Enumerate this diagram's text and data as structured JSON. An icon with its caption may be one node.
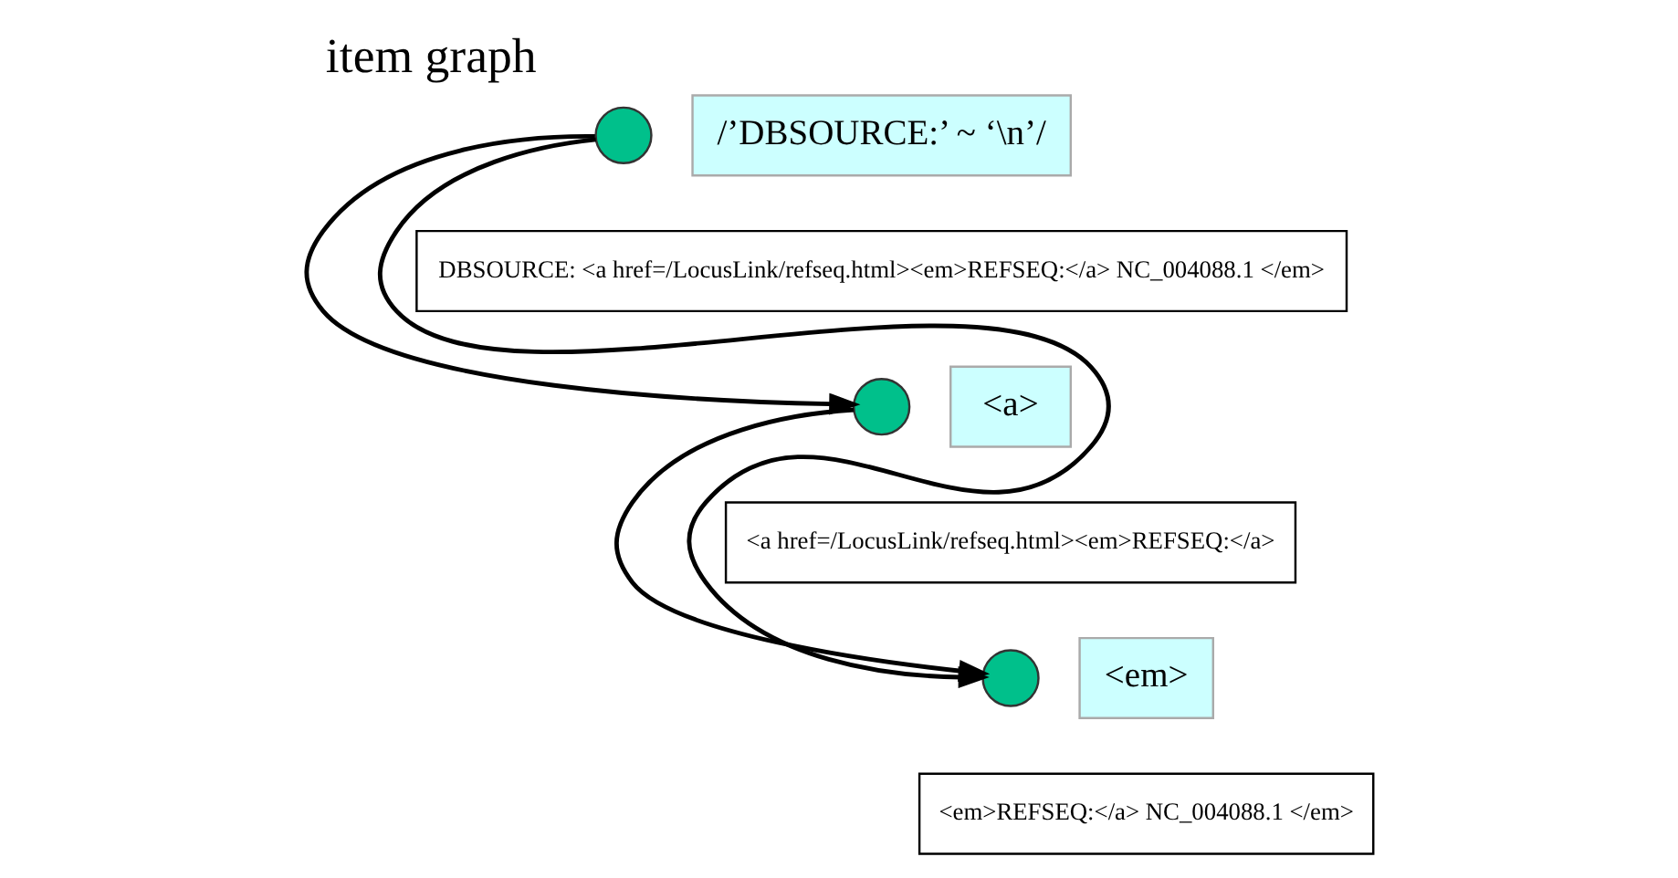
{
  "diagram": {
    "title": "item graph",
    "nodes": [
      {
        "text": [],
        "shape": "circle"
      },
      {
        "text": [
          "/’DBSOURCE:’ ~ ‘\\n’/"
        ]
      },
      {
        "text": [
          "DBSOURCE: <a href=/LocusLink/refseq.html><em>REFSEQ:</a> NC_004088.1 </em>"
        ]
      },
      {
        "text": [],
        "shape": "circle"
      },
      {
        "text": [
          "<a>"
        ]
      },
      {
        "text": [
          "<a href=/LocusLink/refseq.html><em>REFSEQ:</a>"
        ]
      },
      {
        "text": [],
        "shape": "circle"
      },
      {
        "text": [
          "<em>"
        ]
      },
      {
        "text": [
          "<em>REFSEQ:</a> NC_004088.1 </em>"
        ]
      }
    ],
    "edges": [
      {
        "from": 0,
        "to": 3,
        "arrow": "to"
      },
      {
        "from": 0,
        "to": 6,
        "arrow": "to"
      },
      {
        "from": 3,
        "to": 6,
        "arrow": "to"
      }
    ]
  }
}
